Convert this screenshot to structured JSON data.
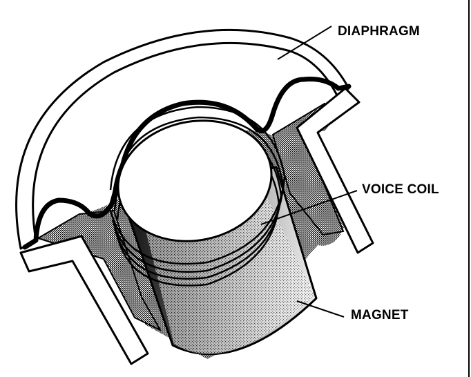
{
  "labels": {
    "diaphragm": "DIAPHRAGM",
    "voice_coil": "VOICE COIL",
    "magnet": "MAGNET"
  },
  "colors": {
    "ink": "#000000",
    "paper": "#ffffff",
    "stipple": "#9a9a9a"
  }
}
